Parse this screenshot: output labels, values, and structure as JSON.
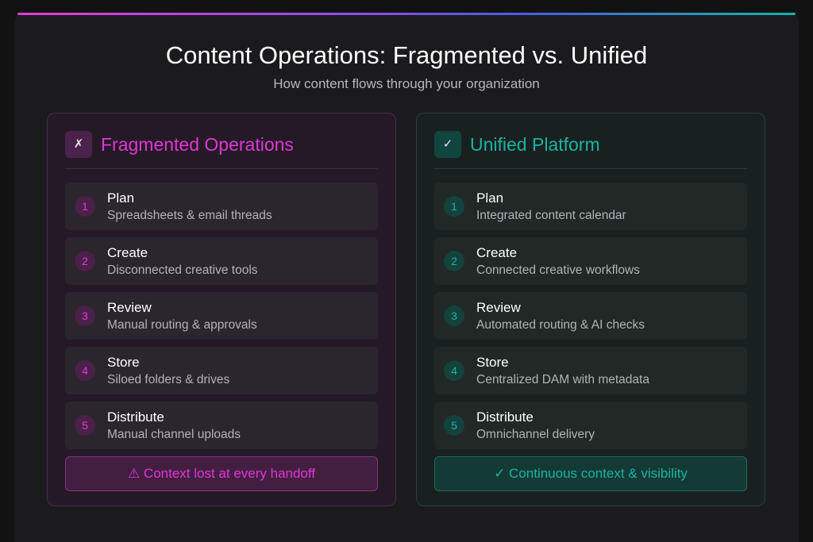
{
  "header": {
    "title": "Content Operations: Fragmented vs. Unified",
    "subtitle": "How content flows through your organization"
  },
  "colors": {
    "fragmented_accent": "#e336d6",
    "unified_accent": "#1ab3a4",
    "background": "#121212"
  },
  "fragmented": {
    "icon": "✗",
    "icon_name": "x-mark-icon",
    "title": "Fragmented Operations",
    "steps": [
      {
        "num": "1",
        "title": "Plan",
        "desc": "Spreadsheets & email threads"
      },
      {
        "num": "2",
        "title": "Create",
        "desc": "Disconnected creative tools"
      },
      {
        "num": "3",
        "title": "Review",
        "desc": "Manual routing & approvals"
      },
      {
        "num": "4",
        "title": "Store",
        "desc": "Siloed folders & drives"
      },
      {
        "num": "5",
        "title": "Distribute",
        "desc": "Manual channel uploads"
      }
    ],
    "footer": "⚠ Context lost at every handoff"
  },
  "unified": {
    "icon": "✓",
    "icon_name": "check-mark-icon",
    "title": "Unified Platform",
    "steps": [
      {
        "num": "1",
        "title": "Plan",
        "desc": "Integrated content calendar"
      },
      {
        "num": "2",
        "title": "Create",
        "desc": "Connected creative workflows"
      },
      {
        "num": "3",
        "title": "Review",
        "desc": "Automated routing & AI checks"
      },
      {
        "num": "4",
        "title": "Store",
        "desc": "Centralized DAM with metadata"
      },
      {
        "num": "5",
        "title": "Distribute",
        "desc": "Omnichannel delivery"
      }
    ],
    "footer": "✓ Continuous context & visibility"
  }
}
